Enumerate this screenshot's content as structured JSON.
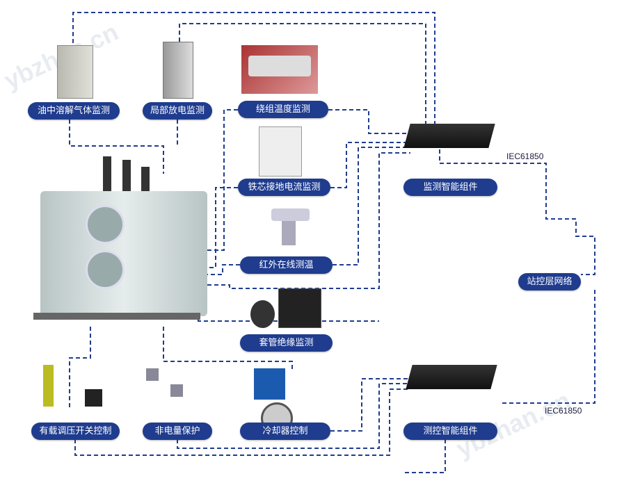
{
  "colors": {
    "label_bg": "#1f3c8e",
    "line": "#1f3c8e"
  },
  "watermark": "ybzhan.cn",
  "labels": {
    "dga": "油中溶解气体监测",
    "pd": "局部放电监测",
    "winding": "绕组温度监测",
    "core": "铁芯接地电流监测",
    "ir": "红外在线测温",
    "bushing": "套管绝缘监测",
    "oltc": "有载调压开关控制",
    "nonelec": "非电量保护",
    "cooler": "冷却器控制",
    "monitor_ied": "监测智能组件",
    "control_ied": "测控智能组件",
    "station_net": "站控层网络"
  },
  "protocols": {
    "top": "IEC61850",
    "bottom": "IEC61850"
  }
}
